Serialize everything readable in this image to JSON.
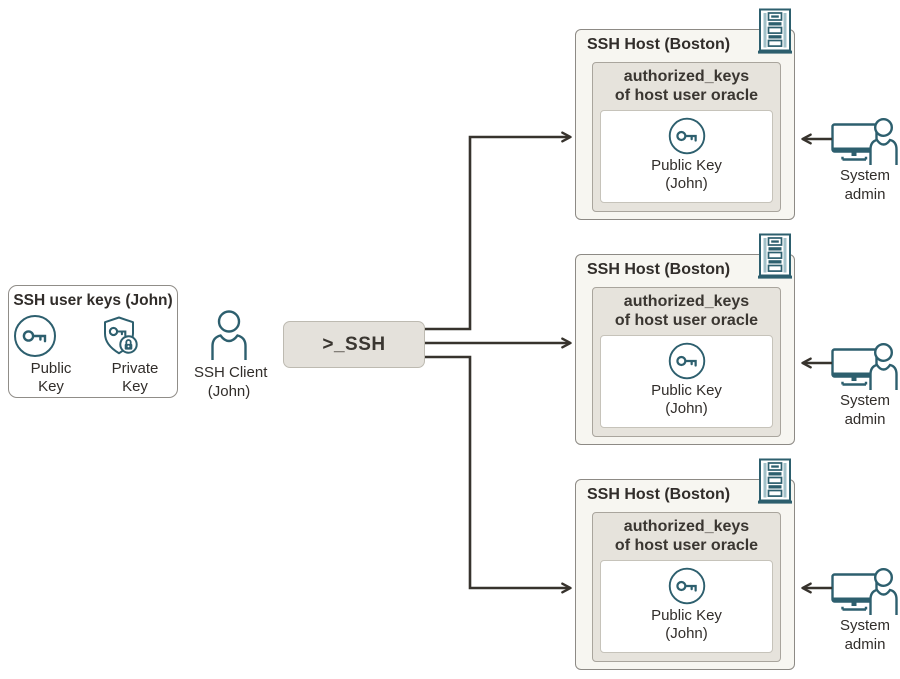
{
  "colors": {
    "accent_teal": "#2d5f6e",
    "accent_teal_light": "#a3c2ca",
    "line_dark": "#37332d",
    "text_dark": "#312d2a",
    "host_bg": "#f7f6f1",
    "gray_box_bg": "#e6e3dc",
    "terminal_bg": "#e4e1db"
  },
  "user_keys_panel": {
    "title": "SSH user keys (John)",
    "public_key": {
      "line1": "Public",
      "line2": "Key"
    },
    "private_key": {
      "line1": "Private",
      "line2": "Key"
    }
  },
  "client": {
    "line1": "SSH Client",
    "line2": "(John)"
  },
  "terminal": {
    "label": ">_SSH"
  },
  "hosts": [
    {
      "title": "SSH Host (Boston)",
      "auth_line1": "authorized_keys",
      "auth_line2": "of host user oracle",
      "key_line1": "Public Key",
      "key_line2": "(John)"
    },
    {
      "title": "SSH Host (Boston)",
      "auth_line1": "authorized_keys",
      "auth_line2": "of host user oracle",
      "key_line1": "Public Key",
      "key_line2": "(John)"
    },
    {
      "title": "SSH Host (Boston)",
      "auth_line1": "authorized_keys",
      "auth_line2": "of host user oracle",
      "key_line1": "Public Key",
      "key_line2": "(John)"
    }
  ],
  "admin": {
    "line1": "System",
    "line2": "admin"
  }
}
